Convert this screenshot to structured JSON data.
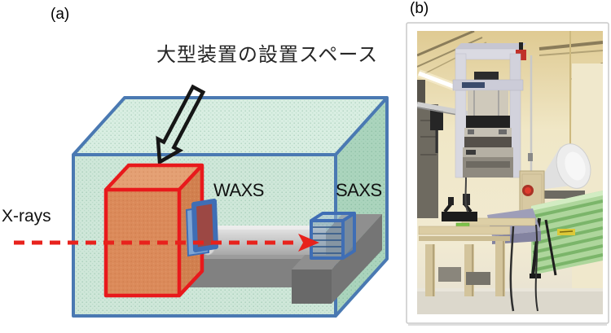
{
  "figure": {
    "panel_a": {
      "label": "(a)",
      "title": "大型装置の設置スペース",
      "beam_label": "X-rays",
      "waxs_label": "WAXS",
      "saxs_label": "SAXS"
    },
    "panel_b": {
      "label": "(b)",
      "photo_subject": "beamline-experimental-hutch-photo"
    }
  },
  "colors": {
    "box-outline": "#4a79b2",
    "box-front": "#cfe7d9",
    "box-top": "#d9eee2",
    "box-side": "#abd4bd",
    "device-outline": "#e8191c",
    "device-front": "#db8a5a",
    "device-top": "#e4a074",
    "device-side": "#d1804f",
    "beam": "#e8221c",
    "detector-blue": "#3f6eb5",
    "arrow-outline": "#161616"
  }
}
